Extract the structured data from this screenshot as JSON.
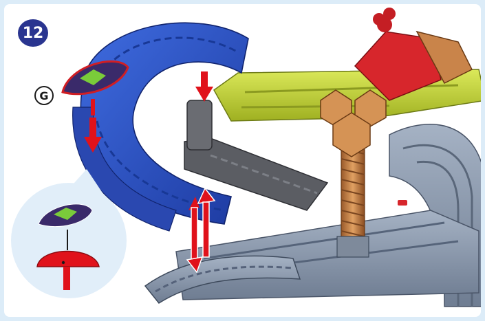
{
  "step": {
    "number": "12"
  },
  "part": {
    "label": "G"
  },
  "colors": {
    "accent_badge": "#2a3590",
    "blue_track": "#2e4fc0",
    "gray_track": "#8c9aad",
    "lime_track": "#c8d93a",
    "red_arrow": "#e0121b",
    "bronze_screw": "#c9844a"
  },
  "icons": [
    "arrow-down-icon",
    "arrow-up-icon",
    "zoom-callout"
  ]
}
